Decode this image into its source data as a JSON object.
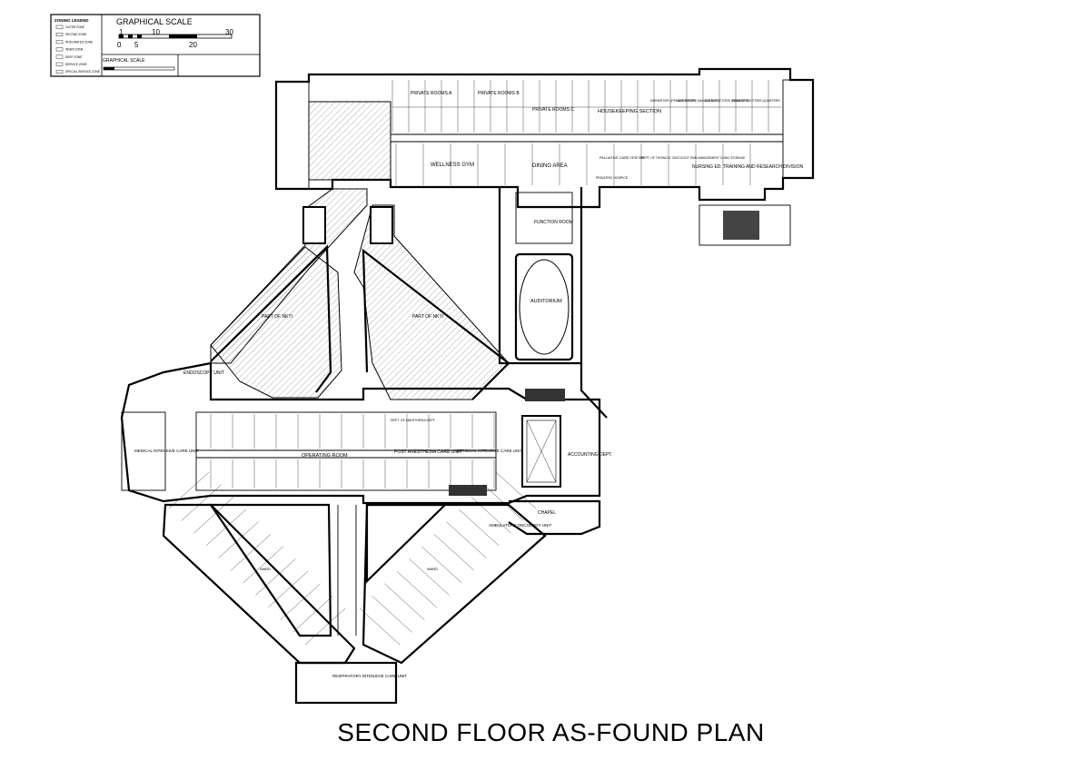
{
  "title": "SECOND FLOOR AS-FOUND PLAN",
  "legend": {
    "heading": "ZONING LEGEND",
    "items": [
      "OUTER ZONE",
      "SECOND ZONE",
      "INTEGRATED ZONE",
      "INNER ZONE",
      "DEEP ZONE",
      "SERVICE ZONE",
      "SPECIAL SERVICE ZONE"
    ]
  },
  "scale": {
    "heading": "GRAPHICAL SCALE",
    "top_ticks": [
      "1",
      "10",
      "30"
    ],
    "bottom_ticks": [
      "0",
      "5",
      "20"
    ],
    "small_heading": "GRAPHICAL SCALE"
  },
  "rooms": {
    "private_rooms_a": "PRIVATE ROOMS A",
    "private_rooms_b": "PRIVATE ROOMS B",
    "private_rooms_c": "PRIVATE ROOMS C",
    "housekeeping": "HOUSEKEEPING SECTION",
    "dormitory_female": "DORMITORY (FEMALE STAFF)",
    "dormitory_male": "DORMITORY (MALE STAFF)",
    "male_doctors": "MALE DOCTORS QUARTERS",
    "female_doctors": "FEMALE DOCTORS QUARTERS",
    "wellness_gym": "WELLNESS GYM",
    "dining_area": "DINING AREA",
    "palliative": "PALLIATIVE CARE CENTER",
    "thoracic": "DEPT. OF THORACIC ONCOLOGY PAIN MANAGEMENT CLINIC STORAGE",
    "nursing": "NURSING ED. TRAINING AND RESEARCH DIVISION",
    "pediatric": "PEDIATRIC HOSPICE",
    "function_room": "FUNCTION ROOM",
    "auditorium": "AUDITORIUM",
    "nkti_left": "PART OF NKTI",
    "nkti_right": "PART OF NKTI",
    "endoscopy": "ENDOSCOPY UNIT",
    "micu": "MEDICAL INTENSIVE CARE UNIT",
    "operating_room": "OPERATING ROOM",
    "pacu": "POST ANESTHESIA CARE UNIT",
    "sicu": "SURGICAL INTENSIVE CARE UNIT",
    "anesthesia": "DEPT. OF ANESTHESIA DEPT.",
    "accounting": "ACCOUNTING DEPT.",
    "chapel": "CHAPEL",
    "ambulatory": "AMBULATORY ONCOLOGY UNIT",
    "ward_left": "WARD",
    "ward_right": "WARD",
    "respiratory": "RESPIRATORY INTENSIVE CARE UNIT"
  }
}
